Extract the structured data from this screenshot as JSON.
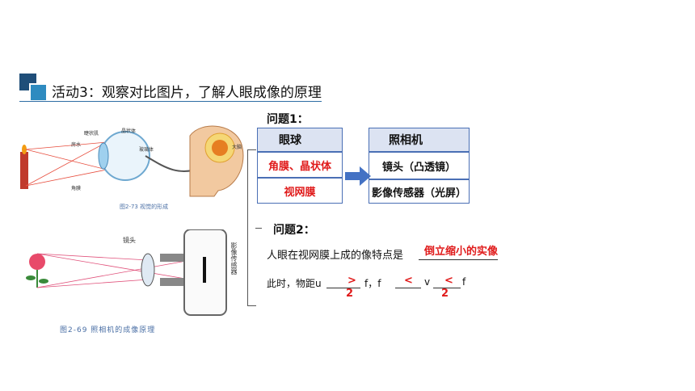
{
  "header": {
    "title": "活动3：观察对比图片，了解人眼成像的原理"
  },
  "eye_figure": {
    "caption": "图2-73  视觉的形成",
    "labels": {
      "ciliary": "睫状肌",
      "lens": "晶状体",
      "aqueous": "房水",
      "vitreous": "玻璃体",
      "cornea": "角膜",
      "brain": "大脑"
    }
  },
  "camera_figure": {
    "caption": "图2-69  照相机的成像原理",
    "lens_label": "镜头",
    "sensor_label": "影像传感器"
  },
  "question1": {
    "label": "问题1：",
    "eye_table": {
      "header": "眼球",
      "rows": [
        "角膜、晶状体",
        "视网膜"
      ]
    },
    "camera_table": {
      "header": "照相机",
      "rows": [
        "镜头（凸透镜）",
        "影像传感器（光屏）"
      ]
    }
  },
  "question2": {
    "label": "问题2：",
    "line1_text": "人眼在视网膜上成的像特点是",
    "line1_answer": "倒立缩小的实像",
    "line2": {
      "prefix": "此时，物距u",
      "ans1": ">",
      "sep1": "f，f",
      "ans2": "<",
      "v": "v",
      "ans3": "<",
      "f": "f",
      "two1": "2",
      "two2": "2"
    }
  },
  "colors": {
    "accent_dark": "#1f4e79",
    "accent_light": "#2e8bc0",
    "table_border": "#4a6fb5",
    "table_header": "#dce3f2",
    "answer_red": "#e01b1b",
    "arrow_blue": "#4472c4"
  }
}
